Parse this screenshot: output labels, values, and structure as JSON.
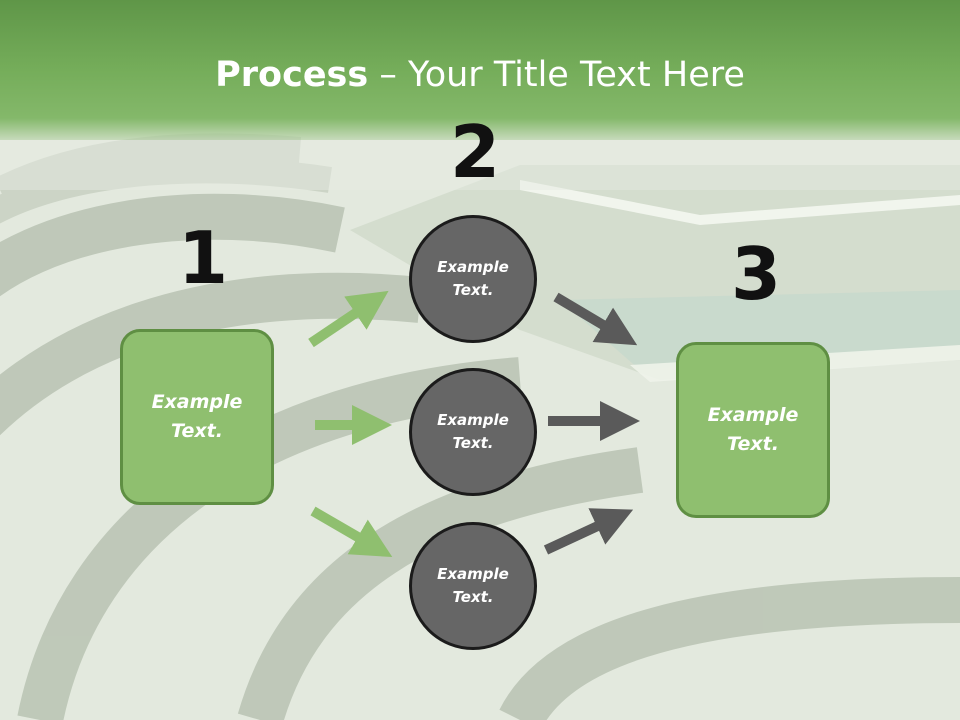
{
  "title": {
    "bold": "Process",
    "separator": " – ",
    "rest": "Your Title Text Here"
  },
  "steps": [
    {
      "number": "1",
      "text": "Example Text."
    },
    {
      "number": "2",
      "text": "Example Text."
    },
    {
      "number": "3",
      "text": "Example Text."
    }
  ],
  "circles": [
    {
      "text": "Example Text."
    },
    {
      "text": "Example Text."
    },
    {
      "text": "Example Text."
    }
  ],
  "colors": {
    "green_box": "#8fbf6f",
    "green_arrow": "#8fbf6f",
    "gray_circle": "#666666",
    "gray_arrow": "#5a5a5a",
    "title_bar": "#75ad5a"
  }
}
